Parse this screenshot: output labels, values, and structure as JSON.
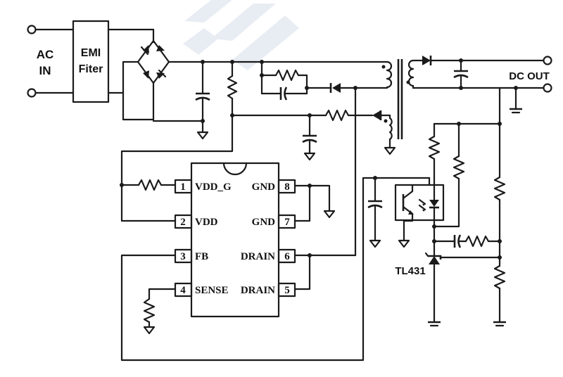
{
  "labels": {
    "ac_line1": "AC",
    "ac_line2": "IN",
    "emi_line1": "EMI",
    "emi_line2": "Fiter",
    "dc_out": "DC OUT",
    "tl431": "TL431"
  },
  "ic": {
    "pins": [
      {
        "num": "1",
        "name": "VDD_G"
      },
      {
        "num": "2",
        "name": "VDD"
      },
      {
        "num": "3",
        "name": "FB"
      },
      {
        "num": "4",
        "name": "SENSE"
      },
      {
        "num": "5",
        "name": "DRAIN"
      },
      {
        "num": "6",
        "name": "DRAIN"
      },
      {
        "num": "7",
        "name": "GND"
      },
      {
        "num": "8",
        "name": "GND"
      }
    ]
  },
  "colors": {
    "wire": "#1a1a1a",
    "watermark": "#e6ebf2"
  }
}
